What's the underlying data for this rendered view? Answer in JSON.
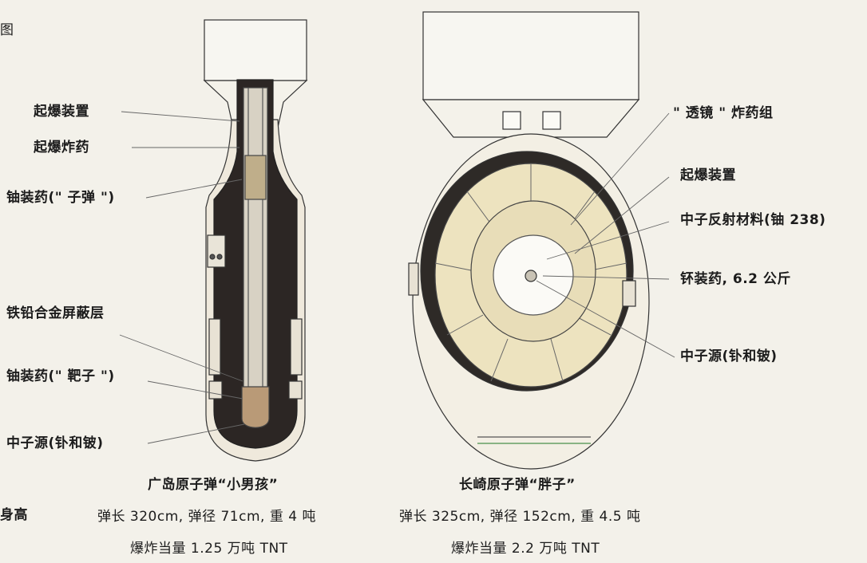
{
  "corner_char": "图",
  "little_boy": {
    "labels": {
      "initiator_device": "起爆装置",
      "initiator_explosive": "起爆炸药",
      "uranium_bullet": "铀装药(\" 子弹 \")",
      "tungsten_shield": "铁铅合金屏蔽层",
      "uranium_target": "铀装药(\" 靶子 \")",
      "neutron_source": "中子源(钋和铍)"
    },
    "title": "广岛原子弹“小男孩”",
    "specs": "弹长 320cm, 弹径 71cm, 重 4 吨",
    "yield": "爆炸当量 1.25 万吨 TNT"
  },
  "fat_man": {
    "labels": {
      "lens_explosive": "\" 透镜 \" 炸药组",
      "initiator_device": "起爆装置",
      "reflector": "中子反射材料(铀 238)",
      "plutonium_core": "钚装药, 6.2 公斤",
      "neutron_source": "中子源(钋和铍)"
    },
    "title": "长崎原子弹“胖子”",
    "specs": "弹长 325cm, 弹径 152cm, 重 4.5 吨",
    "yield": "爆炸当量 2.2 万吨 TNT"
  },
  "left_margin_label": "身高"
}
